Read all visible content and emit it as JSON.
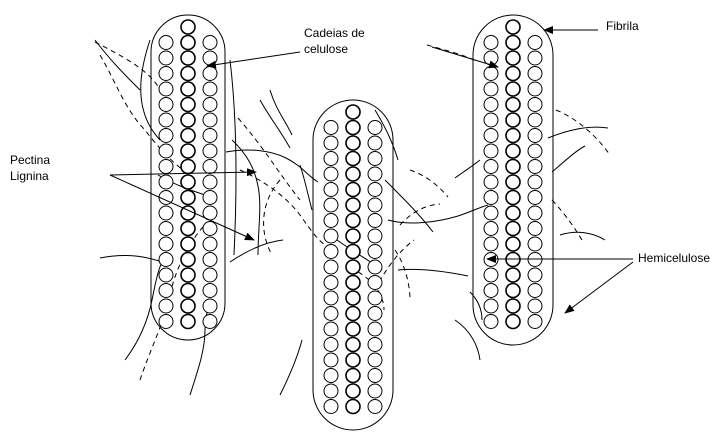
{
  "labels": {
    "cadeias_line1": "Cadeias de",
    "cadeias_line2": "celulose",
    "fibrila": "Fibrila",
    "pectina": "Pectina",
    "lignina": "Lignina",
    "hemicelulose": "Hemicelulose"
  }
}
